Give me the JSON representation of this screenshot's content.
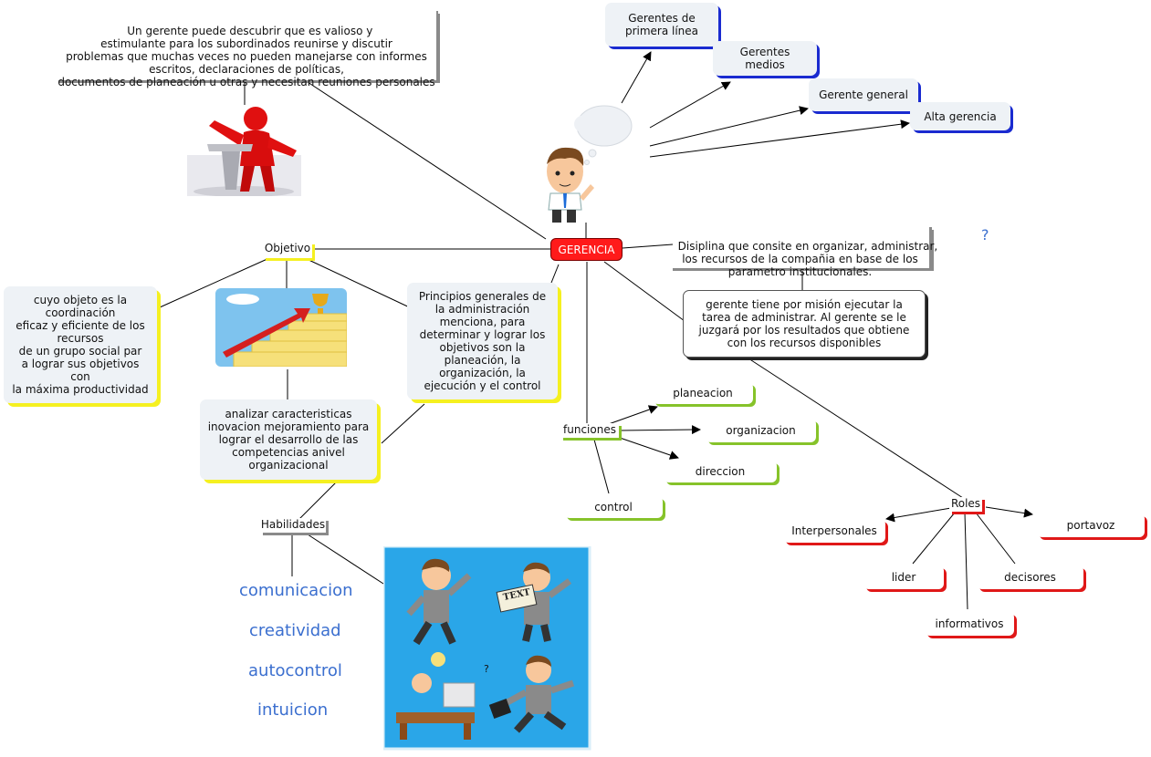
{
  "center": {
    "label": "GERENCIA"
  },
  "quote": {
    "text": "Un gerente puede descubrir que es valioso y\nestimulante para los subordinados reunirse y discutir\nproblemas que muchas veces no pueden manejarse con informes\nescritos, declaraciones de políticas,\ndocumentos de planeación u otras y necesitan reuniones personales"
  },
  "levels": {
    "primera": "Gerentes de\nprimera línea",
    "medios": "Gerentes\nmedios",
    "general": "Gerente general",
    "alta": "Alta gerencia"
  },
  "definition": {
    "text": "Disiplina que consite en organizar, administrar,\nlos recursos de la compañia en base de los\nparametro institucionales."
  },
  "mission": {
    "text": "gerente tiene por misión ejecutar la\ntarea de administrar. Al gerente se le\njuzgará por los resultados que obtiene\ncon los recursos disponibles"
  },
  "objetivo": {
    "label": "Objetivo",
    "coordinacion": "cuyo objeto es la\ncoordinación\neficaz y eficiente de los\nrecursos\nde un grupo social par\na lograr sus objetivos\ncon\nla máxima productividad",
    "principios": "Principios generales de\nla administración\nmenciona, para\ndeterminar y lograr los\nobjetivos son la\nplaneación, la\norganización, la\nejecución y el control",
    "analizar": "analizar caracteristicas\ninovacion mejoramiento para\nlograr el desarrollo de las\ncompetencias anivel\norganizacional"
  },
  "funciones": {
    "label": "funciones",
    "items": [
      "planeacion",
      "organizacion",
      "direccion",
      "control"
    ]
  },
  "habilidades": {
    "label": "Habilidades",
    "items": [
      "comunicacion",
      "creatividad",
      "autocontrol",
      "intuicion"
    ]
  },
  "roles": {
    "label": "Roles",
    "items": [
      "Interpersonales",
      "portavoz",
      "lider",
      "decisores",
      "informativos"
    ]
  },
  "question_marks": [
    "?",
    "?"
  ],
  "badge": {
    "text": "TEXT"
  },
  "colors": {
    "center": "#ff1a1a",
    "blue": "#1a2bd0",
    "yellow": "#f5f020",
    "green": "#86c32a",
    "red": "#e01818",
    "skill": "#3b6fcf"
  }
}
